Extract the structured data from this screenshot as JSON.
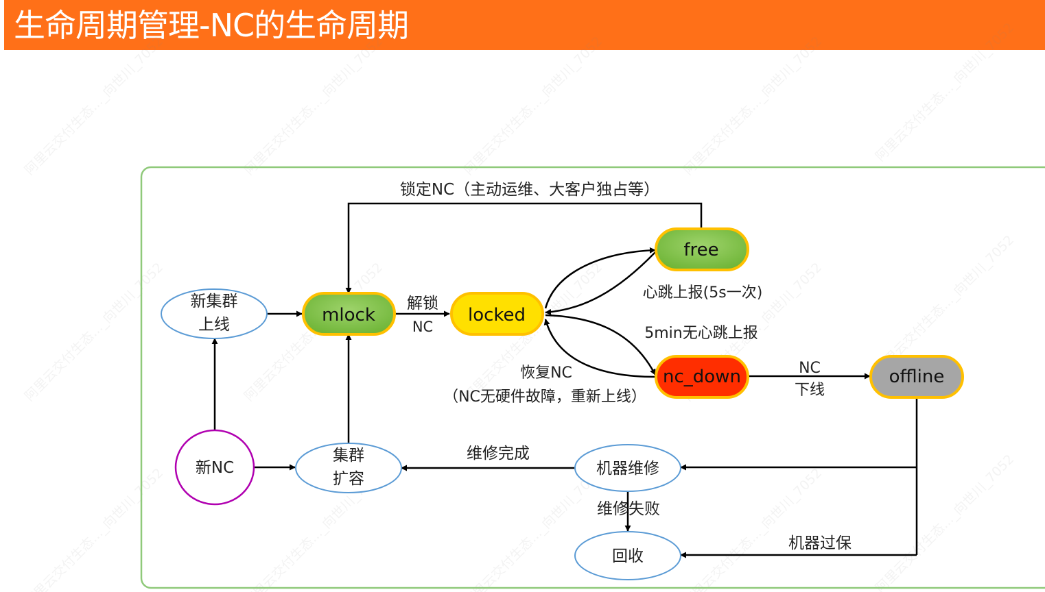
{
  "page": {
    "title": "生命周期管理-NC的生命周期"
  },
  "colors": {
    "header": "#ff7018",
    "frame": "#8fc97a",
    "state_green": "#7cc243",
    "state_yellow": "#ffe000",
    "state_red": "#ff2e00",
    "state_gray": "#a6a6a6",
    "node_outline_blue": "#5b9bd5",
    "node_outline_purple": "#b000b0",
    "state_outline": "#ffc000"
  },
  "states": {
    "mlock": "mlock",
    "locked": "locked",
    "free": "free",
    "nc_down": "nc_down",
    "offline": "offline"
  },
  "nodes": {
    "new_cluster": [
      "新集群",
      "上线"
    ],
    "new_nc": "新NC",
    "cluster_expand": [
      "集群",
      "扩容"
    ],
    "machine_repair": "机器维修",
    "recycle": "回收"
  },
  "edges": {
    "lock_nc": "锁定NC（主动运维、大客户独占等）",
    "unlock": [
      "解锁",
      "NC"
    ],
    "heartbeat": "心跳上报(5s一次)",
    "no_heartbeat": "5min无心跳上报",
    "recover": [
      "恢复NC",
      "（NC无硬件故障，重新上线）"
    ],
    "offline": [
      "NC",
      "下线"
    ],
    "repair_done": "维修完成",
    "repair_failed": "维修失败",
    "warranty_expired": "机器过保"
  },
  "watermark": "阿里云交付生态..._向世川_7052"
}
